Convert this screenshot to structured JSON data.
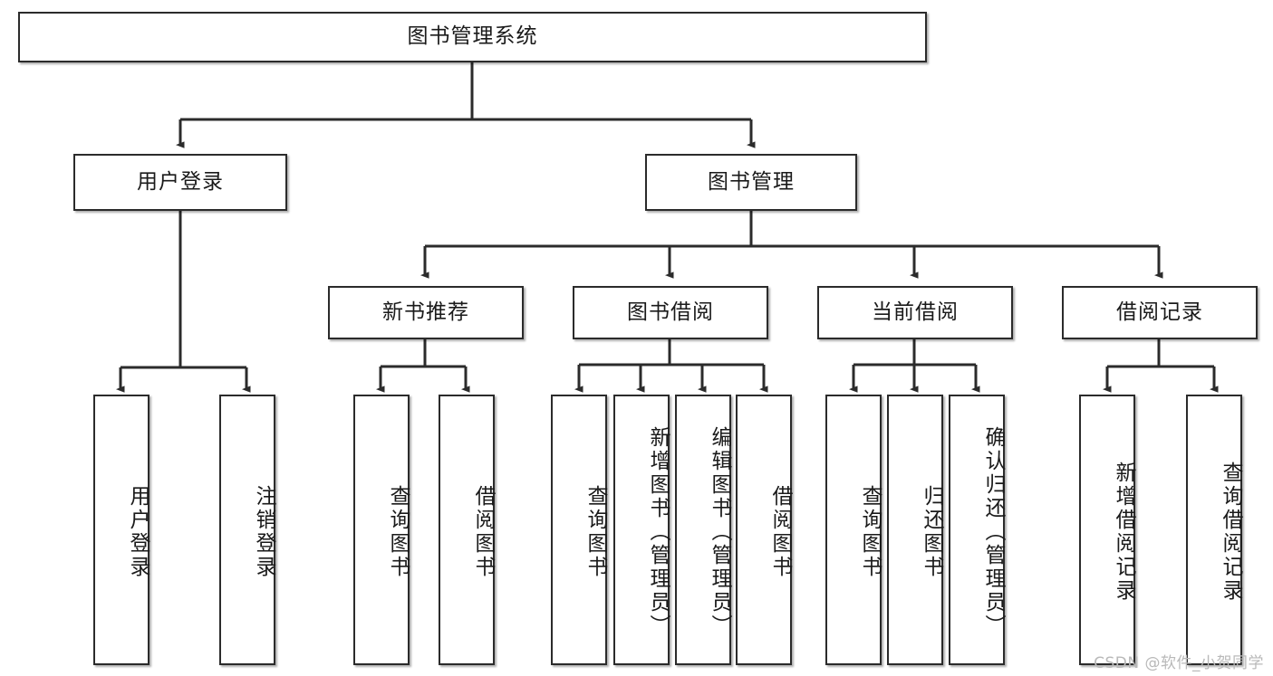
{
  "diagram": {
    "title": "图书管理系统",
    "type": "tree-hierarchy",
    "watermark": "CSDN @软件_小贺同学",
    "colors": {
      "border": "#2b2b2b",
      "background": "#ffffff",
      "text": "#1a1a1a",
      "edge": "#2b2b2b",
      "watermark": "#b9b9b9"
    },
    "nodes": {
      "root": {
        "label": "图书管理系统"
      },
      "level2": [
        {
          "label": "用户登录"
        },
        {
          "label": "图书管理"
        }
      ],
      "level3": [
        {
          "label": "新书推荐"
        },
        {
          "label": "图书借阅"
        },
        {
          "label": "当前借阅"
        },
        {
          "label": "借阅记录"
        }
      ],
      "leaves": {
        "user_login": [
          {
            "label": "用户登录"
          },
          {
            "label": "注销登录"
          }
        ],
        "new_book_recommend": [
          {
            "label": "查询图书"
          },
          {
            "label": "借阅图书"
          }
        ],
        "book_borrow": [
          {
            "label": "查询图书"
          },
          {
            "label": "新增图书（管理员）"
          },
          {
            "label": "编辑图书（管理员）"
          },
          {
            "label": "借阅图书"
          }
        ],
        "current_borrow": [
          {
            "label": "查询图书"
          },
          {
            "label": "归还图书"
          },
          {
            "label": "确认归还（管理员）"
          }
        ],
        "borrow_record": [
          {
            "label": "新增借阅记录"
          },
          {
            "label": "查询借阅记录"
          }
        ]
      }
    }
  }
}
